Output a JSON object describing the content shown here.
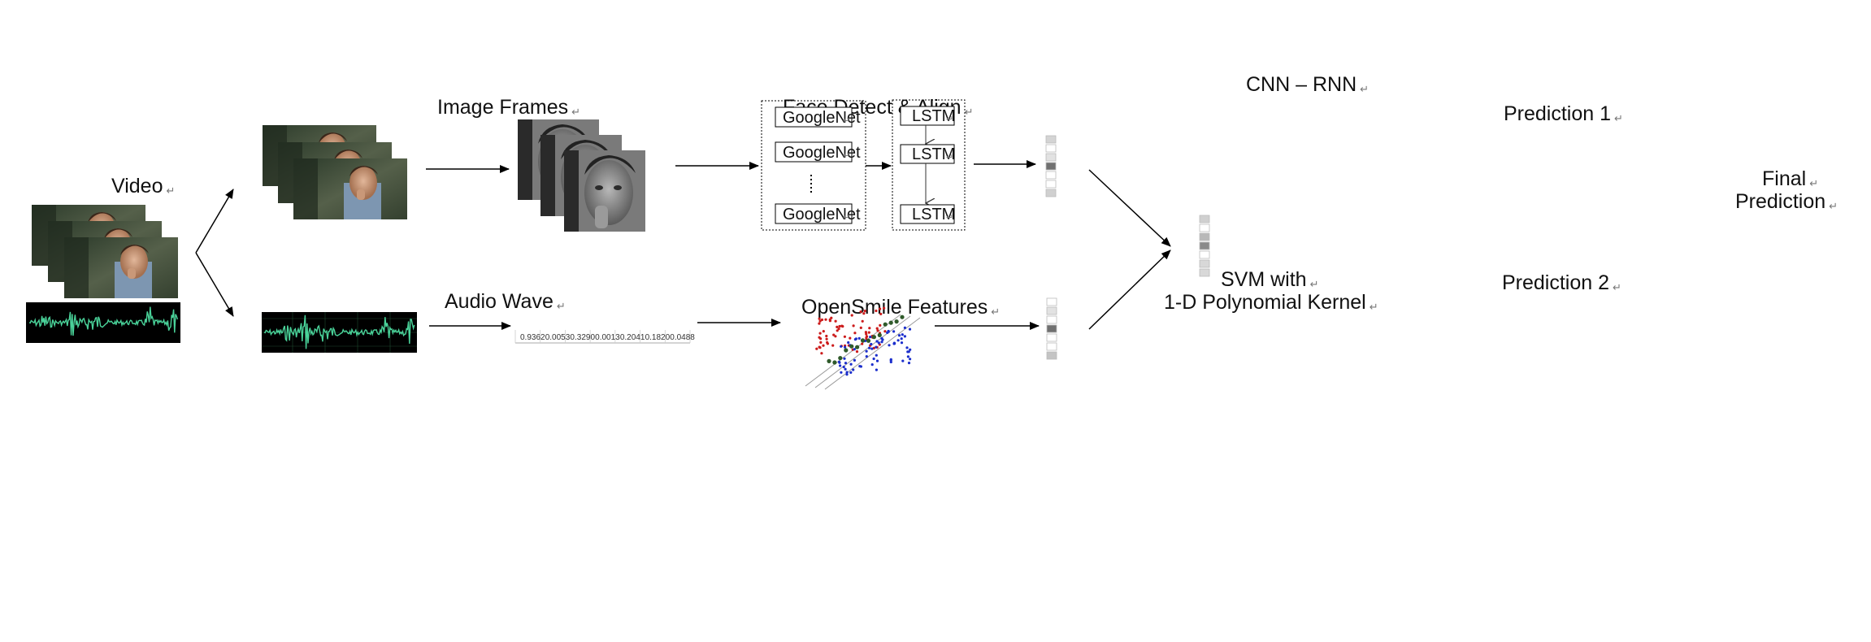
{
  "labels": {
    "video": "Video",
    "image_frames": "Image Frames",
    "face_detect": "Face Detect & Align",
    "cnn_rnn": "CNN – RNN",
    "prediction1": "Prediction 1",
    "final1": "Final",
    "final2": "Prediction",
    "audio_wave": "Audio Wave",
    "opensmile": "OpenSmile Features",
    "svm1": "SVM with",
    "svm2": "1-D Polynomial Kernel",
    "prediction2": "Prediction 2",
    "paragraph_mark": "↵"
  },
  "cnn_boxes": [
    "GoogleNet",
    "GoogleNet",
    "GoogleNet"
  ],
  "lstm_boxes": [
    "LSTM",
    "LSTM",
    "LSTM"
  ],
  "features": [
    "0.9362",
    "0.0053",
    "0.3290",
    "0.0013",
    "0.2041",
    "0.1820",
    "0.0488"
  ],
  "prediction_bars": {
    "prediction1": [
      "#d4d4d4",
      "#ffffff",
      "#e2e2e2",
      "#707070",
      "#ffffff",
      "#ffffff",
      "#d0d0d0"
    ],
    "prediction2": [
      "#ffffff",
      "#e2e2e2",
      "#ffffff",
      "#707070",
      "#ffffff",
      "#ffffff",
      "#c4c4c4"
    ],
    "final": [
      "#d0d0d0",
      "#ffffff",
      "#b8b8b8",
      "#8a8a8a",
      "#ffffff",
      "#d8d8d8",
      "#d8d8d8"
    ]
  },
  "colors": {
    "audio_wave": "#4ad39a",
    "svm_class_a": "#cc1b1b",
    "svm_class_b": "#1b2ecc",
    "svm_support": "#2f5a2a"
  }
}
